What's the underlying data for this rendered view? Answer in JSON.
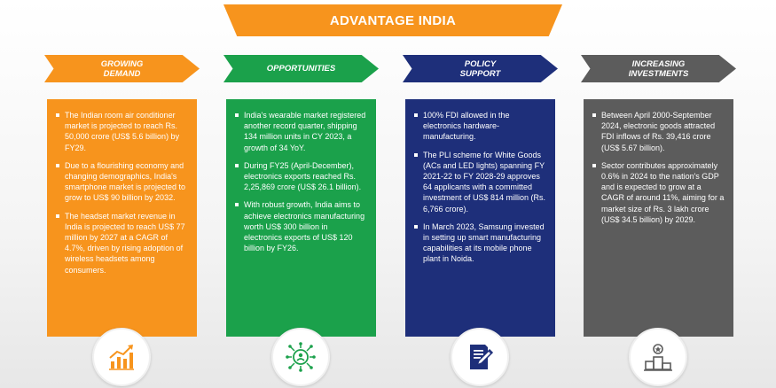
{
  "title": "ADVANTAGE INDIA",
  "colors": {
    "orange": "#f7941d",
    "green": "#1ba14b",
    "navy": "#1e2f7a",
    "grey": "#5c5c5c"
  },
  "columns": [
    {
      "heading": "GROWING\nDEMAND",
      "icon": "growth-chart-icon",
      "bullets": [
        "The Indian room air conditioner market is projected to reach Rs. 50,000 crore (US$ 5.6 billion) by FY29.",
        "Due to a flourishing economy and changing demographics, India's smartphone market is projected to grow to US$ 90 billion by 2032.",
        "The headset market revenue in India is projected to reach US$ 77 million by 2027 at a CAGR of 4.7%, driven by rising adoption of wireless headsets among consumers."
      ]
    },
    {
      "heading": "OPPORTUNITIES",
      "icon": "opportunity-network-icon",
      "bullets": [
        "India's wearable market registered another record quarter, shipping 134 million units in CY 2023, a growth of 34 YoY.",
        "During FY25 (April-December), electronics exports reached Rs. 2,25,869 crore (US$ 26.1 billion).",
        "With robust growth, India aims to achieve electronics manufacturing worth US$ 300 billion in electronics exports of US$ 120 billion by FY26."
      ]
    },
    {
      "heading": "POLICY\nSUPPORT",
      "icon": "policy-document-icon",
      "bullets": [
        "100% FDI allowed in the electronics hardware-manufacturing.",
        "The PLI scheme for White Goods (ACs and LED lights) spanning FY 2021-22 to FY 2028-29 approves 64 applicants with a committed investment of US$ 814 million (Rs. 6,766 crore).",
        "In March 2023, Samsung invested in setting up smart manufacturing capabilities at its mobile phone plant in Noida."
      ]
    },
    {
      "heading": "INCREASING\nINVESTMENTS",
      "icon": "investment-podium-icon",
      "bullets": [
        "Between April 2000-September 2024, electronic goods attracted FDI inflows of Rs. 39,416 crore (US$ 5.67 billion).",
        "Sector contributes approximately 0.6% in 2024 to the nation's GDP and is expected to grow at a CAGR of around 11%, aiming for a market size of Rs. 3 lakh crore (US$ 34.5 billion) by 2029."
      ]
    }
  ]
}
